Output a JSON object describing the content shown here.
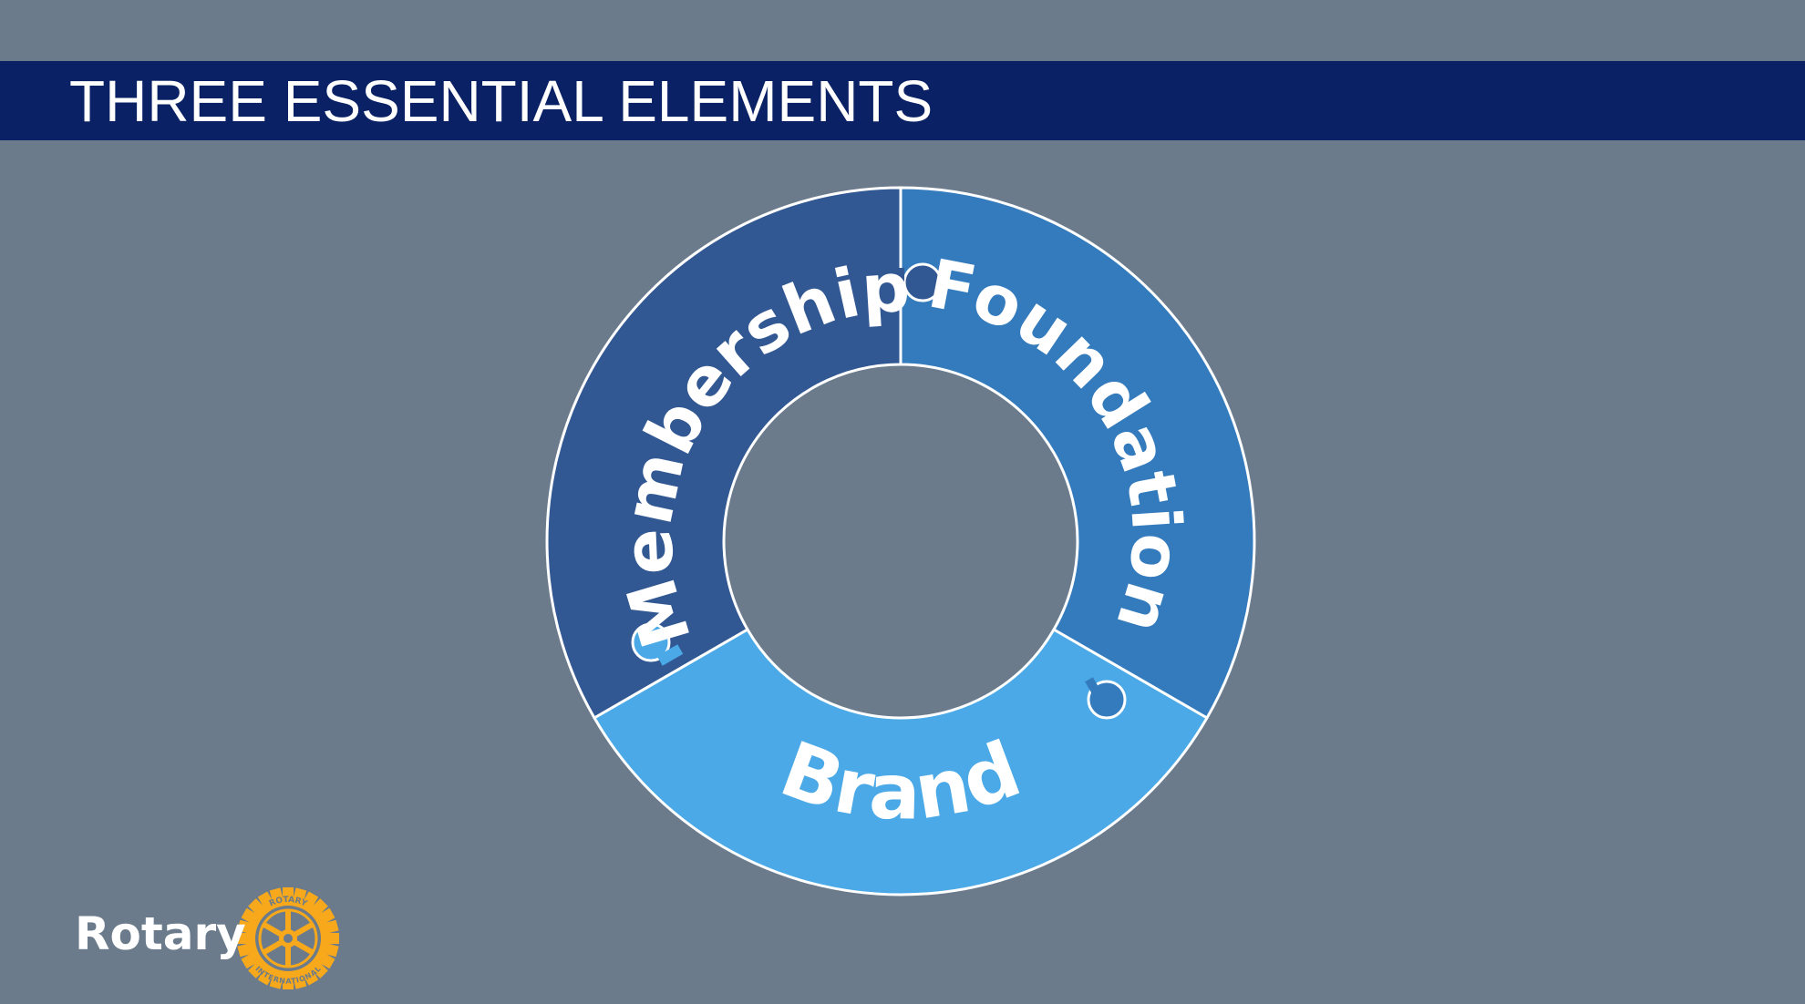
{
  "header": {
    "title": "THREE ESSENTIAL ELEMENTS"
  },
  "diagram": {
    "segments": [
      {
        "label": "Membership",
        "color": "#325893"
      },
      {
        "label": "Foundation",
        "color": "#347bbd"
      },
      {
        "label": "Brand",
        "color": "#4aa9e6"
      }
    ]
  },
  "logo": {
    "wordmark": "Rotary",
    "emblem_text_top": "ROTARY",
    "emblem_text_bottom": "INTERNATIONAL",
    "color": "#f7a81b"
  },
  "colors": {
    "background": "#6b7b8b",
    "header": "#0a2265"
  }
}
